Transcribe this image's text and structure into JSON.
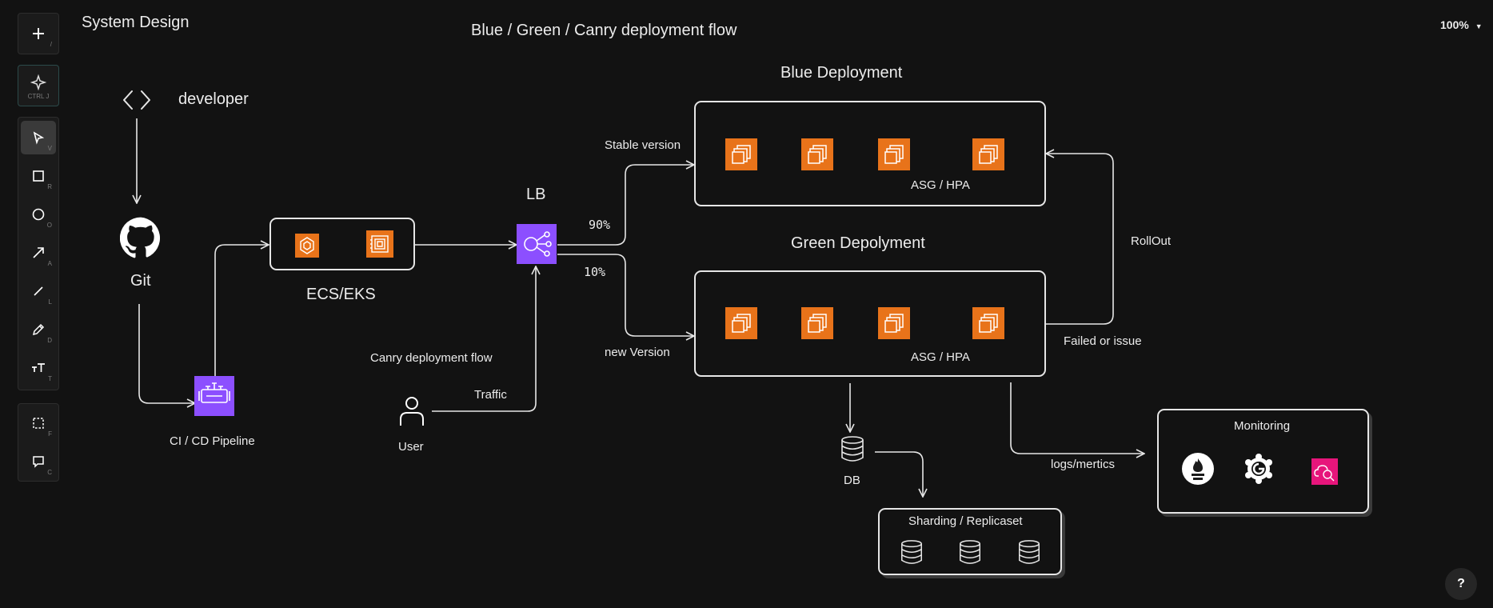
{
  "app": {
    "title": "System Design",
    "zoom": "100%",
    "help_label": "?"
  },
  "toolbar": {
    "add": {
      "icon": "plus-icon",
      "key": "/"
    },
    "ai": {
      "icon": "sparkle-icon",
      "key": "CTRL J"
    },
    "tools": [
      {
        "icon": "select-cursor-icon",
        "key": "V",
        "active": true
      },
      {
        "icon": "rectangle-icon",
        "key": "R"
      },
      {
        "icon": "circle-icon",
        "key": "O"
      },
      {
        "icon": "arrow-icon",
        "key": "A"
      },
      {
        "icon": "line-icon",
        "key": "L"
      },
      {
        "icon": "pencil-icon",
        "key": "D"
      },
      {
        "icon": "text-icon",
        "key": "T"
      }
    ],
    "extra": [
      {
        "icon": "frame-icon",
        "key": "F"
      },
      {
        "icon": "comment-icon",
        "key": "C"
      }
    ]
  },
  "diagram": {
    "title": "Blue / Green / Canry deployment flow",
    "developer": "developer",
    "git": "Git",
    "cicd": "CI / CD Pipeline",
    "ecs": "ECS/EKS",
    "lb": "LB",
    "canary_flow": "Canry deployment flow",
    "traffic": "Traffic",
    "user": "User",
    "pct_blue": "90%",
    "pct_green": "10%",
    "stable_version": "Stable version",
    "new_version": "new Version",
    "blue_title": "Blue Deployment",
    "green_title": "Green Depolyment",
    "asg_blue": "ASG / HPA",
    "asg_green": "ASG / HPA",
    "rollout": "RollOut",
    "failed": "Failed or issue",
    "db": "DB",
    "sharding": "Sharding / Replicaset",
    "logs": "logs/mertics",
    "monitoring": "Monitoring"
  },
  "colors": {
    "canvas": "#121212",
    "aws_orange": "#e8731a",
    "aws_purple": "#8c4fff",
    "stroke": "#e6e6e6",
    "monitor_pink": "#e7157b"
  }
}
